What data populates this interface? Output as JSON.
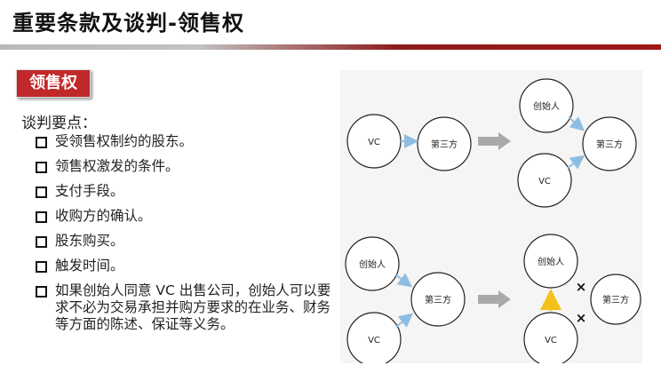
{
  "title": "重要条款及谈判-领售权",
  "badge": "领售权",
  "points_title": "谈判要点：",
  "points": [
    "受领售权制约的股东。",
    "领售权激发的条件。",
    "支付手段。",
    "收购方的确认。",
    "股东购买。",
    "触发时间。",
    "如果创始人同意 VC 出售公司，创始人可以要求不必为交易承担并购方要求的在业务、财务等方面的陈述、保证等义务。"
  ],
  "diagram": {
    "top": {
      "left": {
        "vc": "VC",
        "third": "第三方"
      },
      "right": {
        "founder": "创始人",
        "vc": "VC",
        "third": "第三方"
      }
    },
    "bottom": {
      "left": {
        "founder": "创始人",
        "vc": "VC",
        "third": "第三方"
      },
      "right": {
        "founder": "创始人",
        "vc": "VC",
        "third": "第三方",
        "cross1": "×",
        "cross2": "×"
      }
    },
    "colors": {
      "arrow": "#8fbde0",
      "big_arrow": "#a9a9a9",
      "up_arrow": "#f2c21a",
      "circle": "#222222"
    }
  }
}
